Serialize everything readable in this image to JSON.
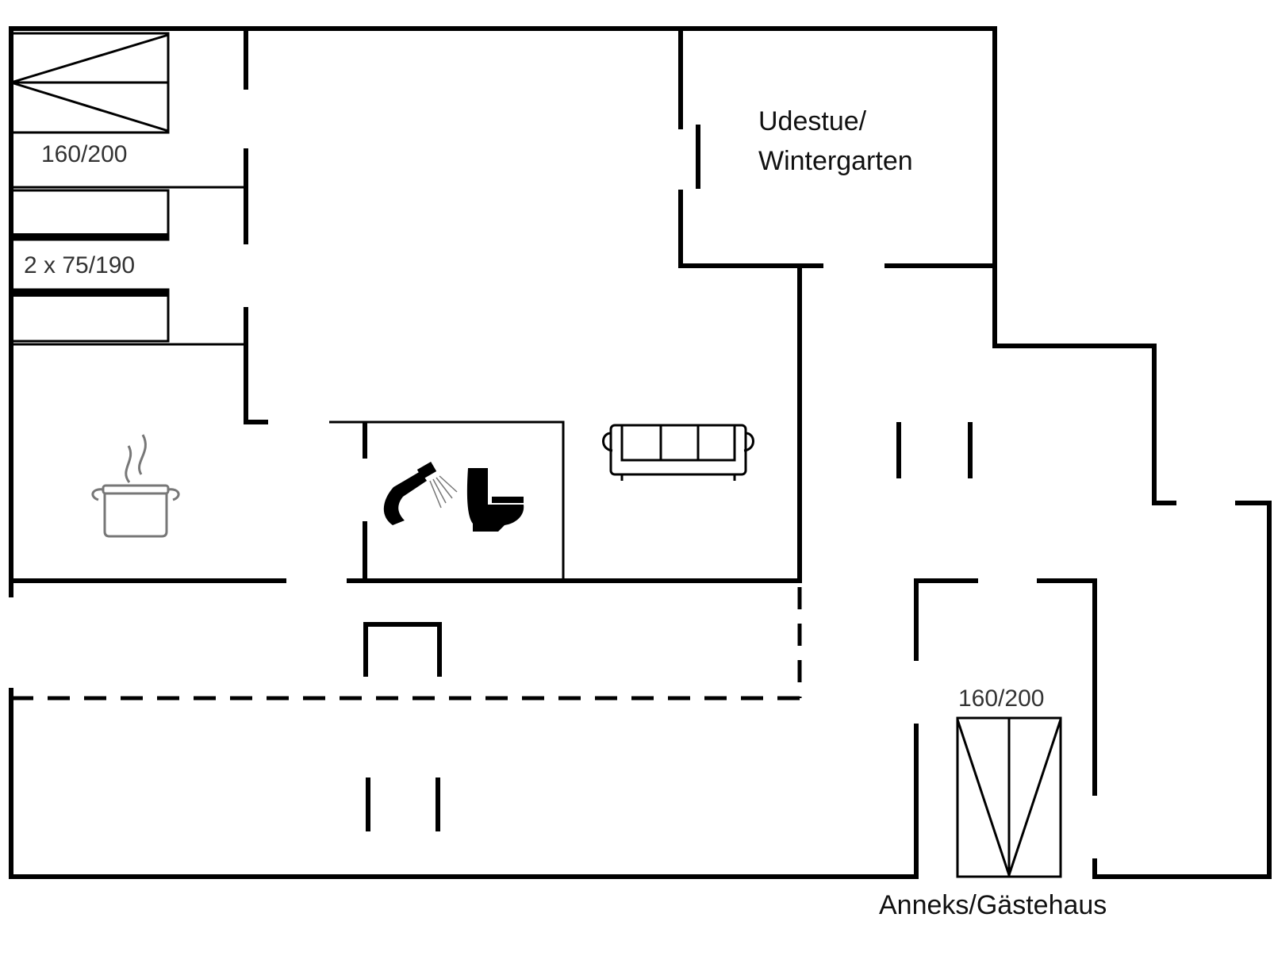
{
  "labels": {
    "bed_double_top": "160/200",
    "bed_twin": "2 x 75/190",
    "room_sunroom_line1": "Udestue/",
    "room_sunroom_line2": "Wintergarten",
    "bed_double_annex": "160/200",
    "room_annex": "Anneks/Gästehaus"
  },
  "icons": {
    "kitchen": "cooking-pot-icon",
    "shower": "shower-icon",
    "toilet": "toilet-icon",
    "living": "sofa-icon"
  }
}
